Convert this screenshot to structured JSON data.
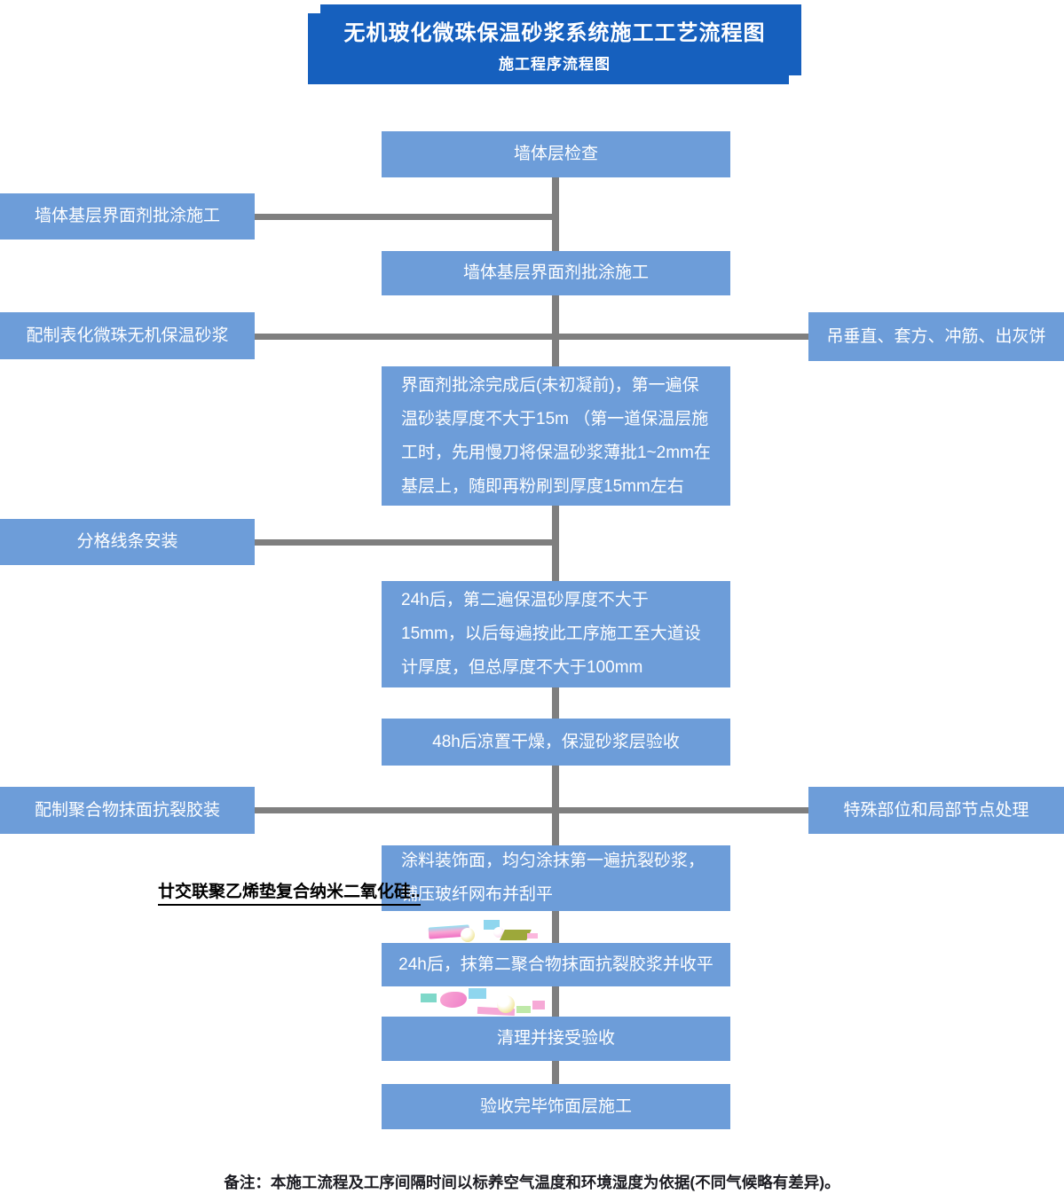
{
  "header": {
    "title": "无机玻化微珠保温砂浆系统施工工艺流程图",
    "subtitle": "施工程序流程图"
  },
  "colors": {
    "header_bg": "#1660BE",
    "box_bg": "#6D9DD9",
    "box_text": "#FFFFFF",
    "connector": "#7F7F7F",
    "annotation_text": "#000000",
    "note_text": "#1C1C22",
    "doodle_pink": "#F9A8D4",
    "doodle_cyan": "#8FD6EE",
    "doodle_yellow": "#F2E9A6",
    "doodle_olive": "#9DA83A"
  },
  "flow": {
    "center": [
      {
        "text": "墙体层检查"
      },
      {
        "text": "墙体基层界面剂批涂施工"
      },
      {
        "text": "界面剂批涂完成后(未初凝前)，第一遍保温砂装厚度不大于15m （第一道保温层施工时，先用慢刀将保温砂浆薄批1~2mm在基层上，随即再粉刷到厚度15mm左右"
      },
      {
        "text": "24h后，第二遍保温砂厚度不大于15mm，以后每遍按此工序施工至大道设计厚度，但总厚度不大于100mm"
      },
      {
        "text": "48h后凉置干燥，保湿砂浆层验收"
      },
      {
        "text": "涂料装饰面，均匀涂抹第一遍抗裂砂浆，铺压玻纤网布并刮平"
      },
      {
        "text": "24h后，抹第二聚合物抹面抗裂胶浆并收平"
      },
      {
        "text": "清理并接受验收"
      },
      {
        "text": "验收完毕饰面层施工"
      }
    ],
    "left": [
      {
        "text": "墙体基层界面剂批涂施工"
      },
      {
        "text": "配制表化微珠无机保温砂浆"
      },
      {
        "text": "分格线条安装"
      },
      {
        "text": "配制聚合物抹面抗裂胶装"
      }
    ],
    "right": [
      {
        "text": "吊垂直、套方、冲筋、出灰饼"
      },
      {
        "text": "特殊部位和局部节点处理"
      }
    ]
  },
  "annotation": {
    "text": "廿交联聚乙烯垫复合纳米二氧化硅.."
  },
  "note": {
    "text": "备注：本施工流程及工序间隔时间以标养空气温度和环境湿度为依据(不同气候略有差异)。"
  }
}
